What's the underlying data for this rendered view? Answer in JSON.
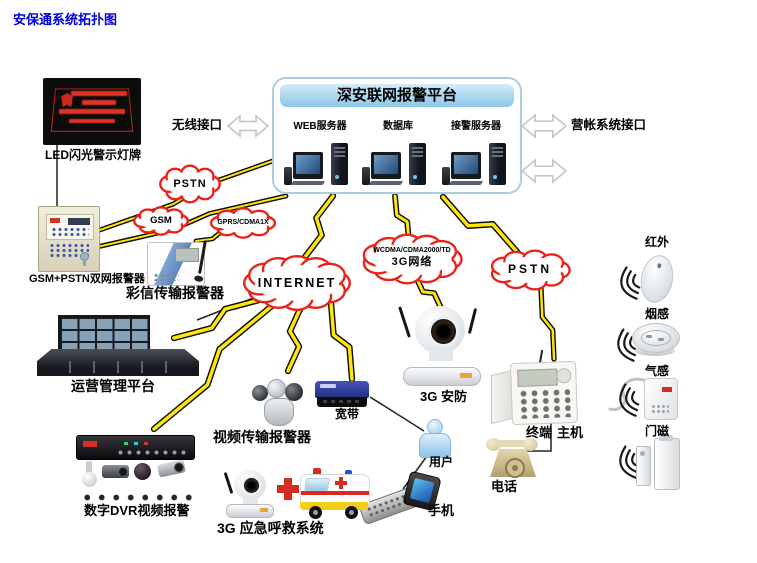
{
  "title": "安保通系统拓扑图",
  "platform": {
    "title": "深安联网报警平台",
    "servers": [
      {
        "label": "WEB服务器"
      },
      {
        "label": "数据库"
      },
      {
        "label": "接警服务器"
      }
    ]
  },
  "interfaces": {
    "wireless": "无线接口",
    "billing": "营帐系统接口"
  },
  "clouds": {
    "pstn_left": {
      "label": "PSTN"
    },
    "gsm": {
      "label": "GSM"
    },
    "gprs": {
      "label": "GPRS/CDMA1X"
    },
    "internet": {
      "label": "INTERNET"
    },
    "net3g": {
      "label": "3G网络",
      "sublabel": "WCDMA/CDMA2000/TD"
    },
    "pstn_right": {
      "label": "PSTN"
    }
  },
  "devices": {
    "led_sign": {
      "label": "LED闪光警示灯牌"
    },
    "dual_alarm": {
      "label": "GSM+PSTN双网报警器"
    },
    "mms_alarm": {
      "label": "彩信传输报警器"
    },
    "ops_platform": {
      "label": "运营管理平台"
    },
    "dvr": {
      "label": "数字DVR视频报警"
    },
    "video_alarm": {
      "label": "视频传输报警器"
    },
    "broadband": {
      "label": "宽带"
    },
    "cam_3g": {
      "label": "3G 安防"
    },
    "terminal": {
      "label": "终端"
    },
    "host": {
      "label": "主机"
    },
    "telephone": {
      "label": "电话"
    },
    "user": {
      "label": "用户"
    },
    "mobile": {
      "label": "手机"
    },
    "emergency": {
      "label": "3G 应急呼救系统"
    }
  },
  "sensors": [
    {
      "label": "红外"
    },
    {
      "label": "烟感"
    },
    {
      "label": "气感"
    },
    {
      "label": "门磁"
    }
  ],
  "colors": {
    "title_blue": "#0000dd",
    "cloud_outline": "#e8231a",
    "bolt_yellow": "#ffe60a",
    "platform_header_blue": "#8cc6e6"
  }
}
